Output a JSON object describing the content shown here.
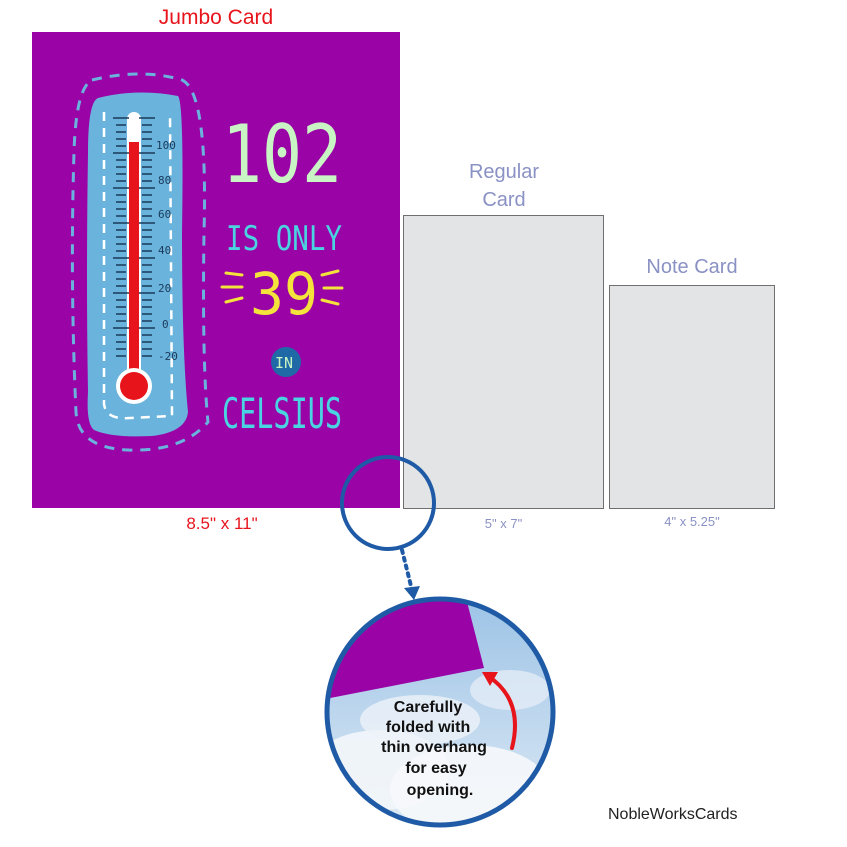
{
  "jumbo": {
    "title": "Jumbo Card",
    "size": "8.5\" x 11\""
  },
  "regular": {
    "title_line1": "Regular",
    "title_line2": "Card",
    "size": "5\" x 7\""
  },
  "note": {
    "title": "Note Card",
    "size": "4\" x 5.25\""
  },
  "card_design": {
    "line1": "102",
    "line2": "IS ONLY",
    "line3": "39",
    "line4": "IN",
    "line5": "CELSIUS",
    "ticks": [
      "100",
      "80",
      "60",
      "40",
      "20",
      "0",
      "-20"
    ]
  },
  "zoom": {
    "caption_lines": [
      "Carefully",
      "folded with",
      "thin overhang",
      "for easy",
      "opening."
    ]
  },
  "brand": "NobleWorksCards",
  "colors": {
    "card_purple": "#9a03a6",
    "thermo_blue": "#6ab3dc",
    "accent_red": "#e8141c",
    "size_label": "#8a91c4",
    "circle_blue": "#1f5aa6"
  }
}
